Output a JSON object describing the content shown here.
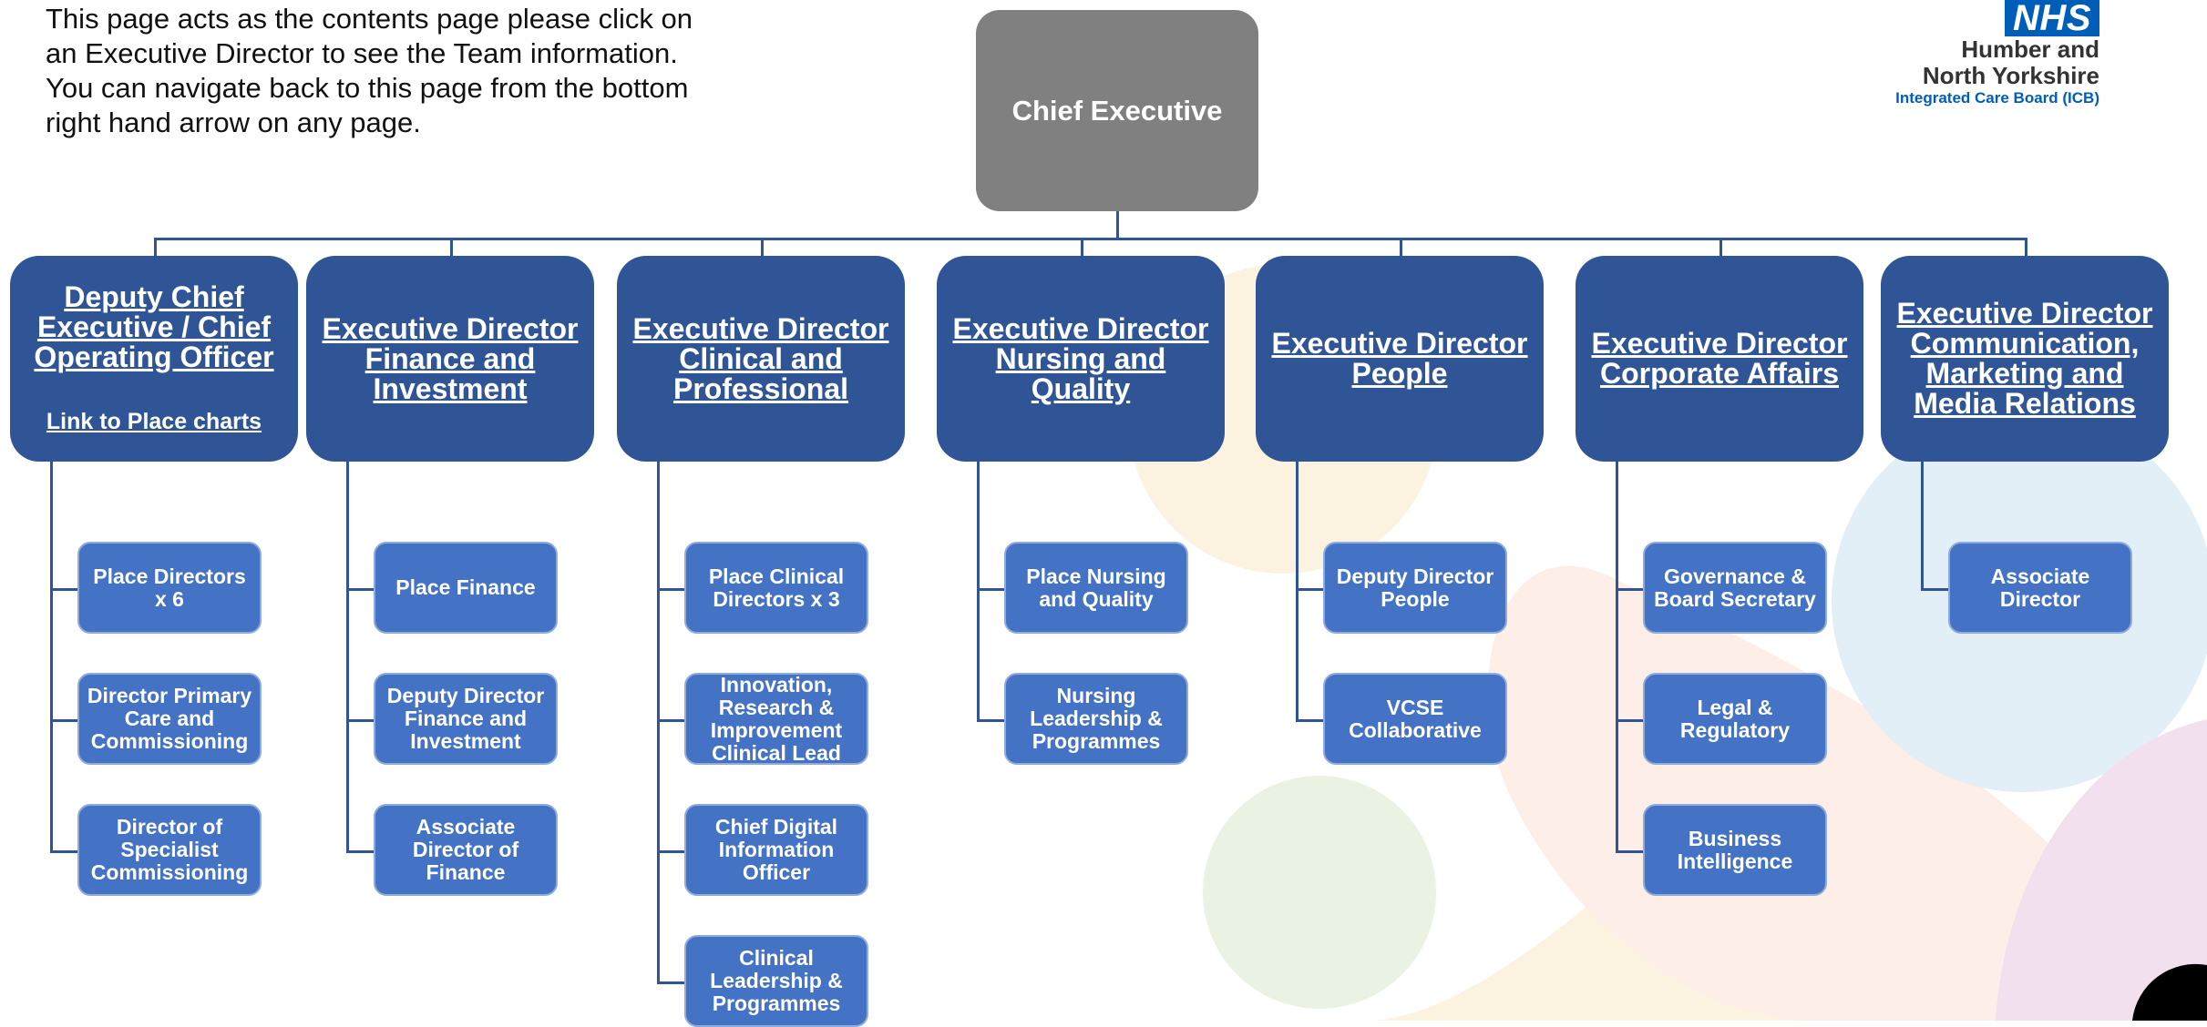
{
  "intro_text": "This page acts as the contents page please click on an Executive Director to see the Team information.  You can navigate back to this page from the bottom right hand arrow on any page.",
  "logo": {
    "badge": "NHS",
    "line1": "Humber and",
    "line2": "North Yorkshire",
    "line3": "Integrated Care Board (ICB)"
  },
  "chief": "Chief Executive",
  "colors": {
    "exec_fill": "#2f5597",
    "sub_fill": "#4472c4",
    "chief_fill": "#808080",
    "nhs_blue": "#005eb8"
  },
  "executives": [
    {
      "title": "Deputy Chief Executive / Chief Operating Officer",
      "link": "Link to Place charts",
      "teams": [
        "Place Directors x 6",
        "Director Primary Care and Commissioning",
        "Director of Specialist Commissioning"
      ]
    },
    {
      "title": "Executive Director Finance and Investment",
      "teams": [
        "Place Finance",
        "Deputy Director Finance and Investment",
        "Associate Director of Finance"
      ]
    },
    {
      "title": "Executive Director Clinical and Professional",
      "teams": [
        "Place Clinical Directors x 3",
        "Innovation, Research & Improvement Clinical Lead",
        "Chief Digital Information Officer",
        "Clinical Leadership & Programmes"
      ]
    },
    {
      "title": "Executive Director Nursing and Quality",
      "teams": [
        "Place Nursing and Quality",
        "Nursing Leadership & Programmes"
      ]
    },
    {
      "title": "Executive Director People",
      "teams": [
        "Deputy Director People",
        "VCSE Collaborative"
      ]
    },
    {
      "title": "Executive Director Corporate Affairs",
      "teams": [
        "Governance & Board Secretary",
        "Legal & Regulatory",
        "Business Intelligence"
      ]
    },
    {
      "title": "Executive Director Communication, Marketing and Media Relations",
      "teams": [
        "Associate Director"
      ]
    }
  ]
}
